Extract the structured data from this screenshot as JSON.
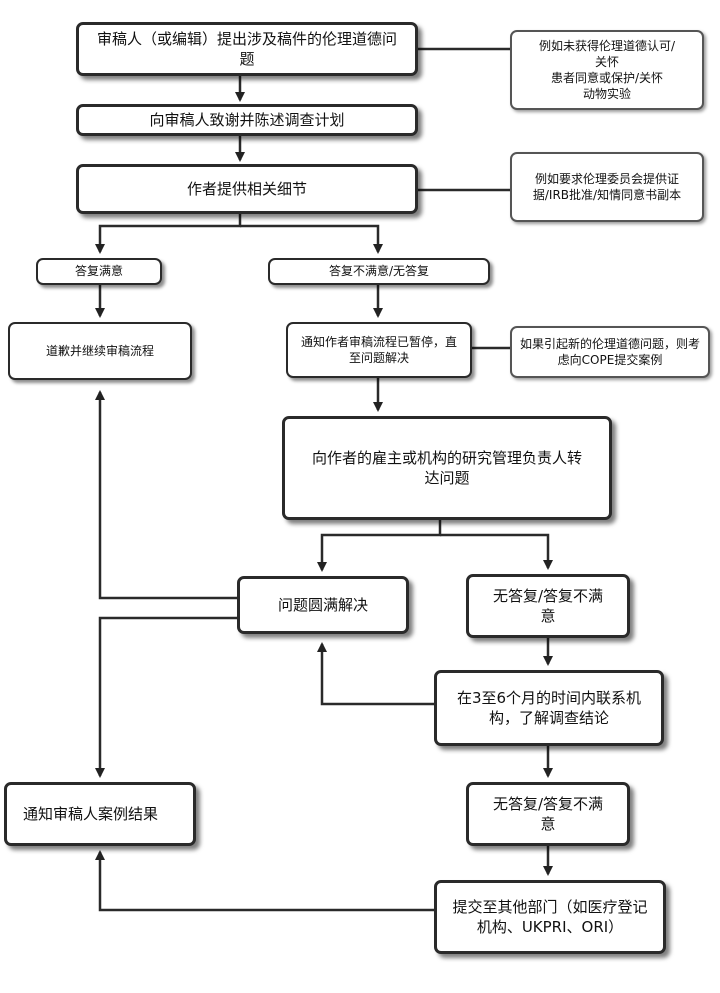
{
  "flowchart": {
    "nodes": {
      "reviewer_raises": "审稿人（或编辑）提出涉及稿件的伦理道德问题",
      "thank_reviewer": "向审稿人致谢并陈述调查计划",
      "author_details": "作者提供相关细节",
      "reply_satisfied": "答复满意",
      "reply_unsatisfied": "答复不满意/无答复",
      "apologize_continue": "道歉并继续审稿流程",
      "notify_paused": "通知作者审稿流程已暂停，直至问题解决",
      "forward_employer": "向作者的雇主或机构的研究管理负责人转达问题",
      "resolved": "问题圆满解决",
      "no_reply_1": "无答复/答复不满意",
      "contact_institution": "在3至6个月的时间内联系机构，了解调查结论",
      "notify_reviewer_result": "通知审稿人案例结果",
      "no_reply_2": "无答复/答复不满意",
      "submit_other": "提交至其他部门（如医疗登记机构、UKPRI、ORI）"
    },
    "notes": {
      "note1_line1": "例如未获得伦理道德认可/",
      "note1_line2": "关怀",
      "note1_line3": "患者同意或保护/关怀",
      "note1_line4": "动物实验",
      "note2": "例如要求伦理委员会提供证据/IRB批准/知情同意书副本",
      "note3": "如果引起新的伦理道德问题，则考虑向COPE提交案例"
    }
  }
}
